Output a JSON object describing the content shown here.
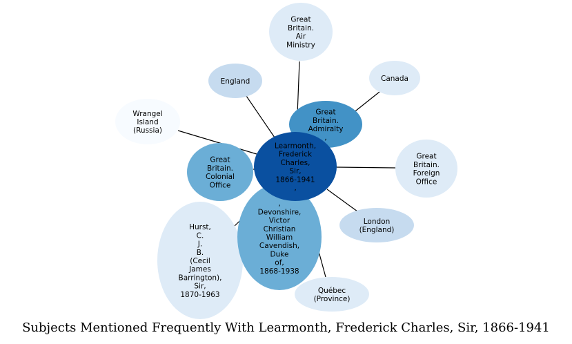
{
  "caption": "Subjects Mentioned Frequently With Learmonth, Frederick Charles, Sir, 1866-1941",
  "colors": {
    "center": "#0a50a0",
    "strong": "#6baed6",
    "medium": "#4292c6",
    "light": "#c6dbef",
    "pale": "#deebf7",
    "faint": "#f7fbff"
  },
  "nodes": [
    {
      "id": "wrangel",
      "lines": [
        "Wrangel",
        "Island",
        "(Russia)"
      ]
    },
    {
      "id": "england",
      "lines": [
        "England"
      ]
    },
    {
      "id": "air-ministry",
      "lines": [
        "Great",
        "Britain.",
        "Air",
        "Ministry"
      ]
    },
    {
      "id": "canada",
      "lines": [
        "Canada"
      ]
    },
    {
      "id": "foreign-office",
      "lines": [
        "Great",
        "Britain.",
        "Foreign",
        "Office"
      ]
    },
    {
      "id": "london",
      "lines": [
        "London",
        "(England)"
      ]
    },
    {
      "id": "quebec",
      "lines": [
        "Québec",
        "(Province)"
      ]
    },
    {
      "id": "hurst",
      "lines": [
        "Hurst,",
        "C.",
        "J.",
        "B.",
        "(Cecil",
        "James",
        "Barrington),",
        "Sir,",
        "1870-1963"
      ]
    },
    {
      "id": "colonial-office",
      "lines": [
        "Great",
        "Britain.",
        "Colonial",
        "Office"
      ]
    },
    {
      "id": "devonshire",
      "lines": [
        ",",
        "Devonshire,",
        "Victor",
        "Christian",
        "William",
        "Cavendish,",
        "Duke",
        "of,",
        "1868-1938"
      ]
    },
    {
      "id": "admiralty",
      "lines": [
        "Great",
        "Britain.",
        "Admiralty",
        ","
      ]
    },
    {
      "id": "learmonth",
      "lines": [
        "Learmonth,",
        "Frederick",
        "Charles,",
        "Sir,",
        "1866-1941",
        ","
      ]
    }
  ]
}
